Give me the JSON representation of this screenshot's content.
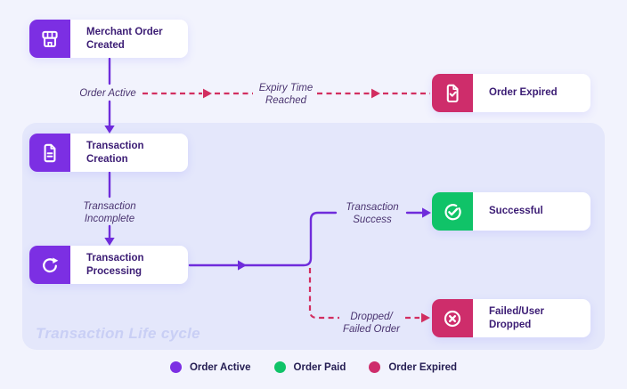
{
  "colors": {
    "background": "#f2f3fd",
    "container": "#e4e7fb",
    "purple": "#7c2fe3",
    "purple_line": "#6f2cdb",
    "pink": "#ce2d6b",
    "pink_line": "#d22e60",
    "green": "#10c368",
    "node_text": "#3b1c74",
    "edge_text": "#4a3470",
    "legend_text": "#241d52",
    "watermark": "#c9cff5"
  },
  "nodes": {
    "merchant": {
      "label": "Merchant Order\nCreated",
      "icon": "storefront-icon"
    },
    "creation": {
      "label": "Transaction\nCreation",
      "icon": "document-icon"
    },
    "processing": {
      "label": "Transaction\nProcessing",
      "icon": "refresh-icon"
    },
    "expired": {
      "label": "Order Expired",
      "icon": "document-check-icon"
    },
    "successful": {
      "label": "Successful",
      "icon": "check-circle-icon"
    },
    "failed": {
      "label": "Failed/User\nDropped",
      "icon": "x-circle-icon"
    }
  },
  "edges": {
    "order_active": "Order Active",
    "expiry_time": "Expiry Time\nReached",
    "transaction_incomplete": "Transaction\nIncomplete",
    "transaction_success": "Transaction\nSuccess",
    "dropped_failed": "Dropped/\nFailed Order"
  },
  "container_label": "Transaction Life cycle",
  "legend": [
    {
      "label": "Order Active",
      "color": "#7c2fe3"
    },
    {
      "label": "Order Paid",
      "color": "#10c368"
    },
    {
      "label": "Order Expired",
      "color": "#ce2d6b"
    }
  ]
}
